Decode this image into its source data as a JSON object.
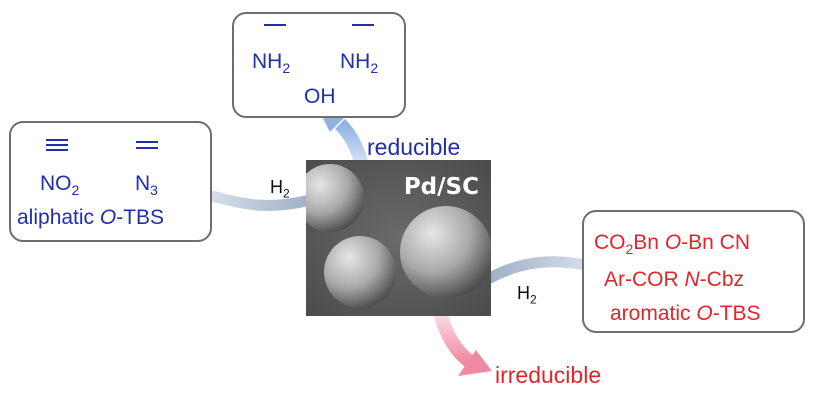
{
  "reducible_box": {
    "nh2_left": "NH",
    "nh2_left_sub": "2",
    "nh2_right": "NH",
    "nh2_right_sub": "2",
    "oh": "OH"
  },
  "left_box": {
    "no2": "NO",
    "no2_sub": "2",
    "n3": "N",
    "n3_sub": "3",
    "aliphatic": "aliphatic ",
    "o_prefix": "O",
    "tbs": "-TBS"
  },
  "right_box": {
    "co2": "CO",
    "co2_sub": "2",
    "bn": "Bn ",
    "obn_o": "O",
    "obn_rest": "-Bn  CN",
    "arcor": "Ar-COR  ",
    "ncbz_n": "N",
    "ncbz_rest": "-Cbz",
    "aromatic": "aromatic ",
    "otbs_o": "O",
    "otbs_rest": "-TBS"
  },
  "center": {
    "catalyst": "Pd/SC"
  },
  "labels": {
    "h2_left": "H",
    "h2_left_sub": "2",
    "h2_right": "H",
    "h2_right_sub": "2",
    "reducible": "reducible",
    "irreducible": "irreducible"
  },
  "colors": {
    "reducible": "#1f2fae",
    "irreducible": "#e0262a",
    "arrow_blue": "#a9c3e6",
    "arrow_red": "#f2a4b4"
  }
}
